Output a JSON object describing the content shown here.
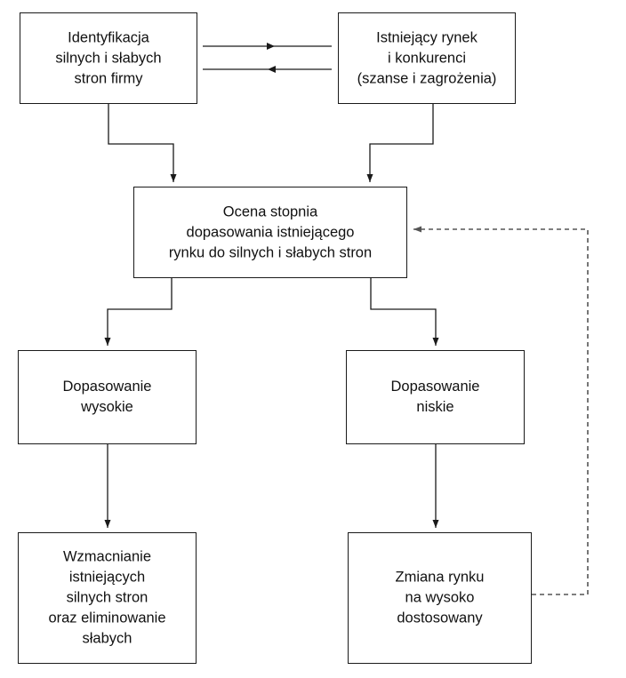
{
  "diagram": {
    "nodes": {
      "strengths": {
        "label": "Identyfikacja\nsilnych i słabych\nstron firmy"
      },
      "market": {
        "label": "Istniejący rynek\ni konkurenci\n(szanse i zagrożenia)"
      },
      "assessment": {
        "label": "Ocena stopnia\ndopasowania istniejącego\nrynku do silnych i słabych stron"
      },
      "high_fit": {
        "label": "Dopasowanie\nwysokie"
      },
      "low_fit": {
        "label": "Dopasowanie\nniskie"
      },
      "reinforce": {
        "label": "Wzmacnianie\nistniejących\nsilnych stron\noraz eliminowanie\nsłabych"
      },
      "change_market": {
        "label": "Zmiana rynku\nna wysoko\ndostosowany"
      }
    },
    "edges": [
      {
        "from": "strengths",
        "to": "market",
        "style": "solid"
      },
      {
        "from": "market",
        "to": "strengths",
        "style": "solid"
      },
      {
        "from": "strengths",
        "to": "assessment",
        "style": "solid"
      },
      {
        "from": "market",
        "to": "assessment",
        "style": "solid"
      },
      {
        "from": "assessment",
        "to": "high_fit",
        "style": "solid"
      },
      {
        "from": "assessment",
        "to": "low_fit",
        "style": "solid"
      },
      {
        "from": "high_fit",
        "to": "reinforce",
        "style": "solid"
      },
      {
        "from": "low_fit",
        "to": "change_market",
        "style": "solid"
      },
      {
        "from": "change_market",
        "to": "assessment",
        "style": "dashed"
      }
    ],
    "colors": {
      "line": "#1a1a1a",
      "dashed_line": "#555555"
    }
  }
}
